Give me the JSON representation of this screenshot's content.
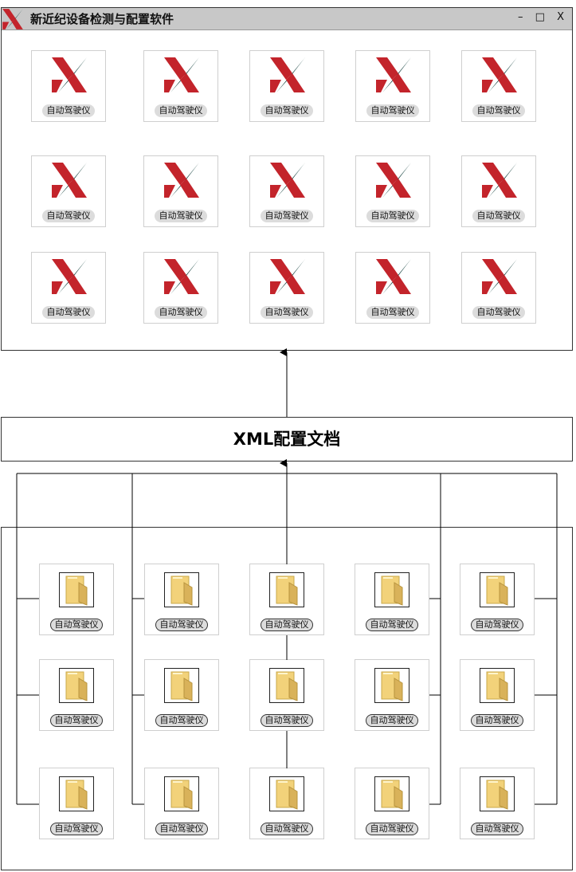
{
  "window": {
    "title": "新近纪设备检测与配置软件",
    "controls": {
      "minimize": "–",
      "maximize": "□",
      "close": "X"
    }
  },
  "device_label": "自动驾驶仪",
  "xml_box": {
    "label": "XML配置文档"
  },
  "grid_top": {
    "rows": 3,
    "cols": 5
  },
  "grid_bottom": {
    "rows": 3,
    "cols": 5
  },
  "colors": {
    "logo_red": "#c3242b",
    "logo_dark": "#0f3d3a",
    "folder": "#f2d27a",
    "border": "#333333"
  },
  "icons": {
    "app_logo": "xjx-logo-icon",
    "folder": "folder-icon"
  }
}
